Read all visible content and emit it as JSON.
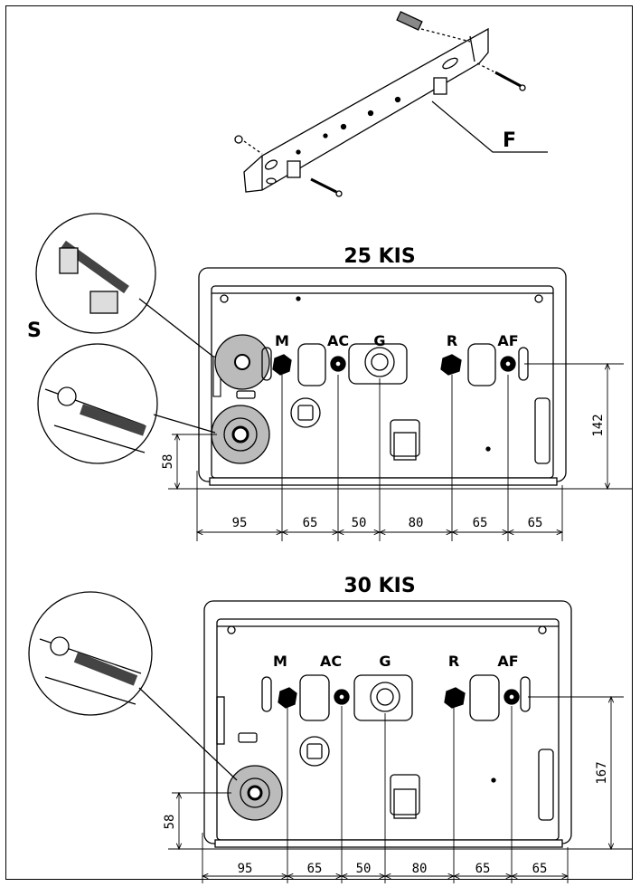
{
  "bracket": {
    "label": "F"
  },
  "top": {
    "title": "25 KIS",
    "side_label": "S",
    "connections": [
      "M",
      "AC",
      "G",
      "R",
      "AF"
    ],
    "dims_h": [
      "95",
      "65",
      "50",
      "80",
      "65",
      "65"
    ],
    "dim_left": "58",
    "dim_right": "142"
  },
  "bottom": {
    "title": "30 KIS",
    "connections": [
      "M",
      "AC",
      "G",
      "R",
      "AF"
    ],
    "dims_h": [
      "95",
      "65",
      "50",
      "80",
      "65",
      "65"
    ],
    "dim_left": "58",
    "dim_right": "167"
  }
}
